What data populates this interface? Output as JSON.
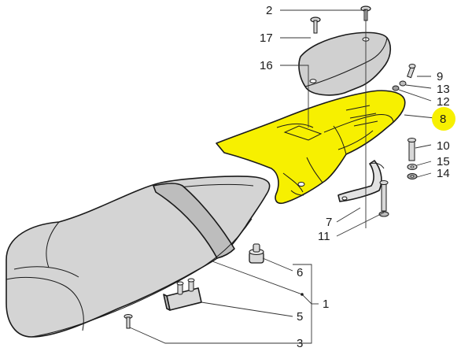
{
  "labels": {
    "l1": "1",
    "l2": "2",
    "l3": "3",
    "l5": "5",
    "l6": "6",
    "l7": "7",
    "l8": "8",
    "l9": "9",
    "l10": "10",
    "l11": "11",
    "l12": "12",
    "l13": "13",
    "l14": "14",
    "l15": "15",
    "l16": "16",
    "l17": "17"
  },
  "colors": {
    "fairing": "#f7f000",
    "highlight": "#f7f000",
    "seat": "#d4d4d4",
    "outline": "#1a1a1a"
  }
}
